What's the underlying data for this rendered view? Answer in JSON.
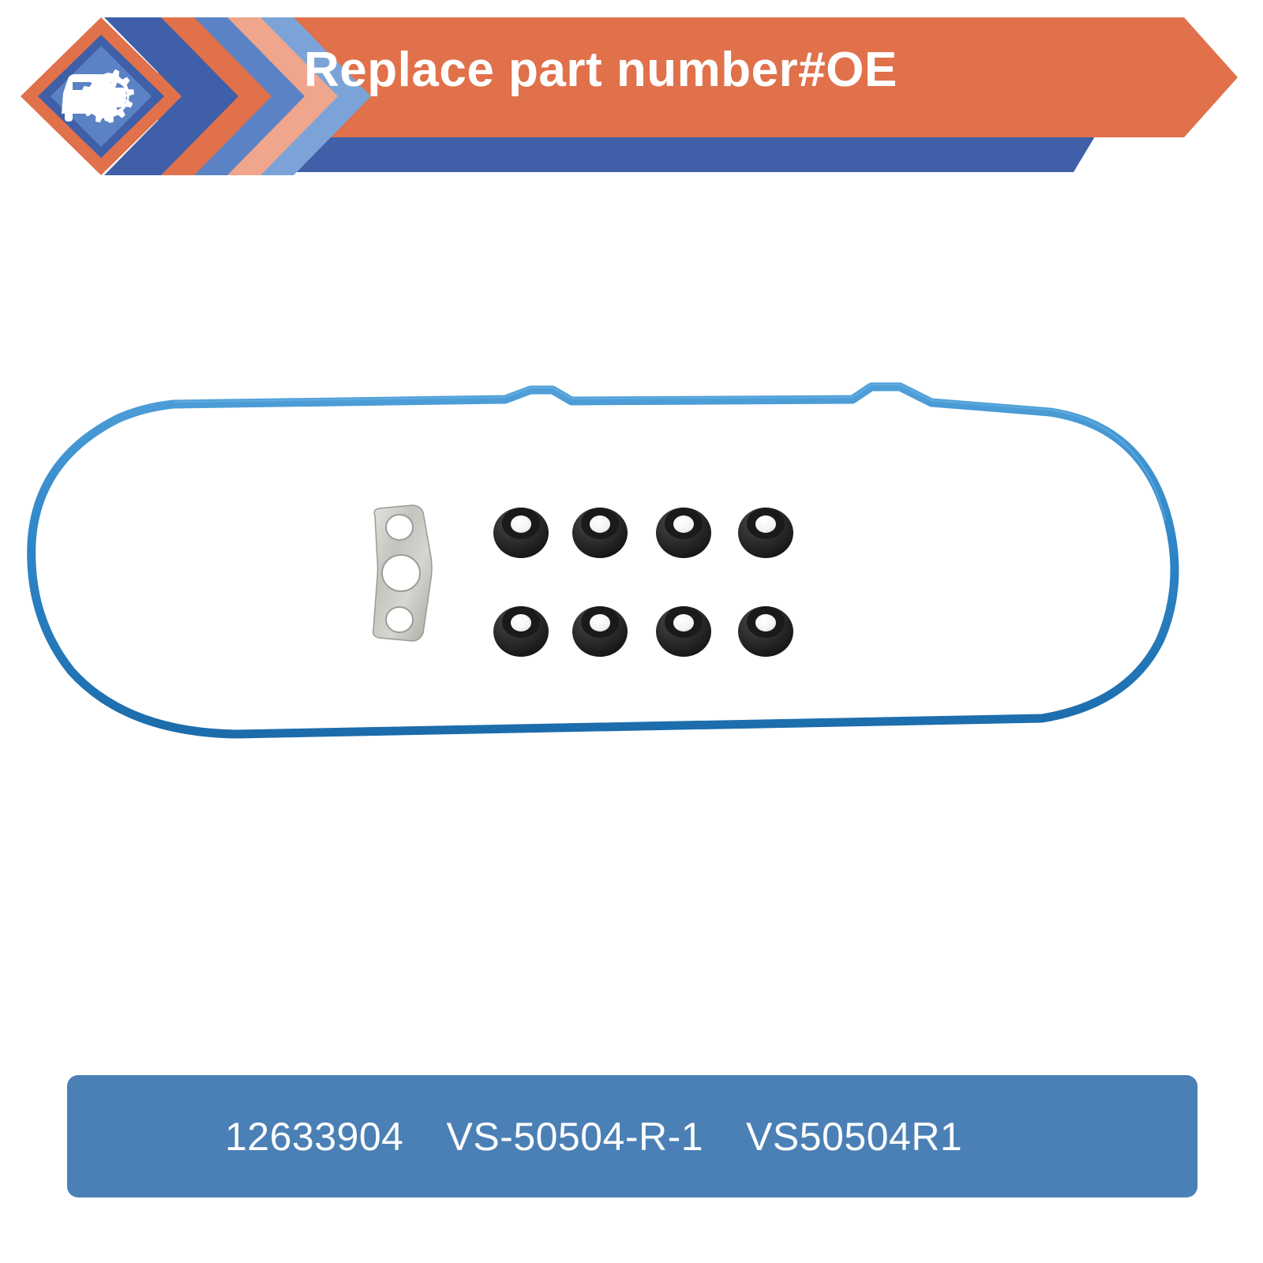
{
  "colors": {
    "orange": "#e0714a",
    "orange_light": "#f0a68c",
    "blue_dark": "#3f5fa8",
    "blue_mid": "#5b82c4",
    "blue_light": "#7ba3d8",
    "banner_blue": "#4a80b5",
    "gasket_blue": "#2e86c8",
    "gasket_blue_dark": "#1c6cab",
    "seal_black": "#262626",
    "metal_gray": "#c9c9c4",
    "white": "#ffffff"
  },
  "header": {
    "title": "Replace part number#OE",
    "logo": {
      "badge_icon": "car-gear-thumbsup-icon",
      "chevron_count": 5
    }
  },
  "product": {
    "gasket": {
      "name": "valve-cover-gasket",
      "color": "#2e86c8"
    },
    "metal_plate": {
      "name": "metal-gasket-plate",
      "holes": 3
    },
    "seals": {
      "name": "rubber-grommet-seal",
      "count": 8,
      "rows": 2,
      "columns": 4
    }
  },
  "footer": {
    "part_numbers": [
      "12633904",
      "VS-50504-R-1",
      "VS50504R1"
    ]
  }
}
